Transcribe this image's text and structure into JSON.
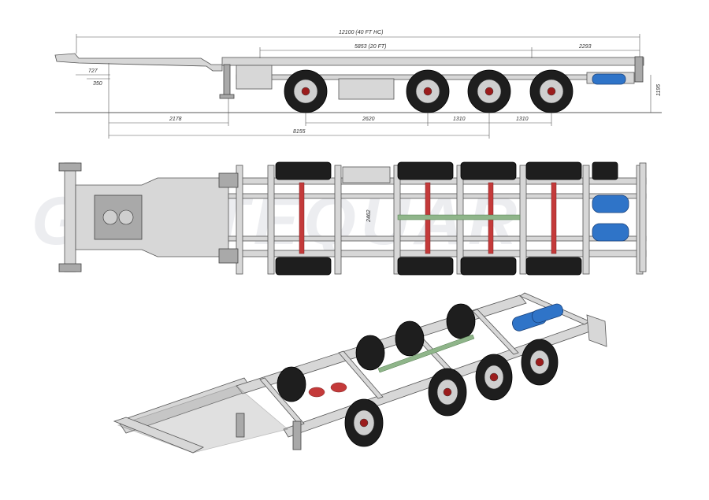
{
  "dimensions": {
    "overall_length": "12100 (40 FT HC)",
    "container_20ft": "5853 (20 FT)",
    "rear_overhang": "2293",
    "dim_727": "727",
    "dim_350": "350",
    "dim_2178": "2178",
    "dim_2620": "2620",
    "dim_1310_a": "1310",
    "dim_1310_b": "1310",
    "dim_8155": "8155",
    "dim_1195": "1195",
    "width_2462": "2462"
  },
  "watermark": {
    "text": "GUILTEQUAR"
  },
  "colors": {
    "frame": "#d7d7d7",
    "tire": "#1e1e1e",
    "tank": "#2f74c8",
    "red_part": "#c43a3a",
    "green_part": "#8fb58a"
  }
}
